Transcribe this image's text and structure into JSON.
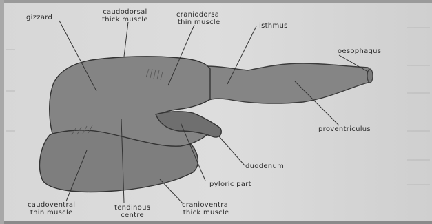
{
  "labels": {
    "gizzard": "gizzard",
    "caudodorsal_thick_muscle": [
      "caudodorsal",
      "thick muscle"
    ],
    "craniodorsal_thin_muscle": [
      "craniodorsal",
      "thin muscle"
    ],
    "isthmus": "isthmus",
    "oesophagus": "oesophagus",
    "proventriculus": "proventriculus",
    "duodenum": "duodenum",
    "pyloric_part": "pyloric part",
    "caudoventral_thin_muscle": [
      "caudoventral",
      "thin muscle"
    ],
    "tendinous_centre": [
      "tendinous",
      "centre"
    ],
    "cranioventral_thick_muscle": [
      "cranioventral",
      "thick muscle"
    ]
  },
  "colors": {
    "organ_fill": "#838383",
    "organ_dark": "#6e6e6e",
    "outline": "#333333",
    "page": "#dcdcdc",
    "border_shadow": "#8d8d8d"
  }
}
